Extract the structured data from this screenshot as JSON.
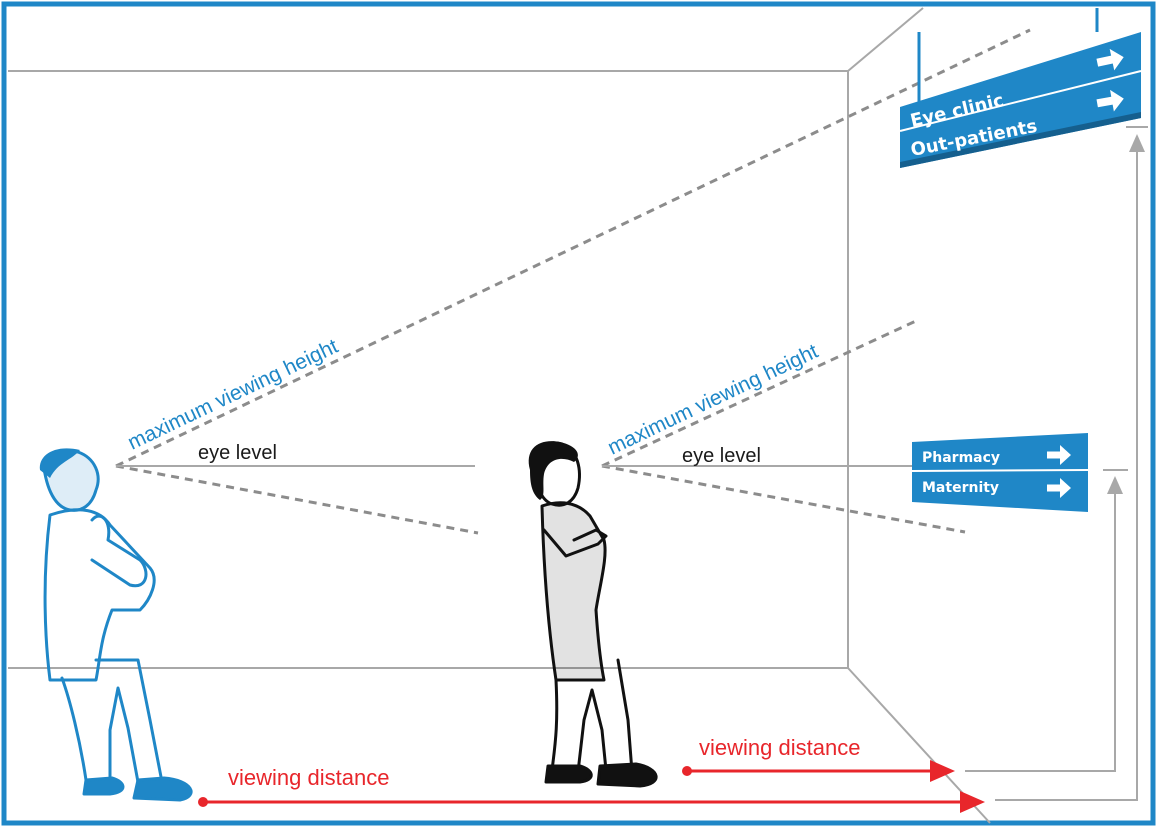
{
  "colors": {
    "frame": "#1f87c7",
    "sign": "#1f87c7",
    "sign_dark": "#155f8e",
    "room_lines": "#a8a8a8",
    "dashed": "#8c8c8c",
    "distance": "#e8262b",
    "person_blue": "#1f87c7",
    "person_black": "#111111"
  },
  "figures": [
    {
      "label": "person-blue",
      "color": "person_blue"
    },
    {
      "label": "person-black",
      "color": "person_black"
    }
  ],
  "labels": {
    "max_height_far": "maximum viewing height",
    "max_height_near": "maximum viewing height",
    "eye_level_far": "eye level",
    "eye_level_near": "eye level",
    "distance_long": "viewing distance",
    "distance_short": "viewing distance"
  },
  "signs": {
    "high": {
      "line1": "Eye clinic",
      "line2": "Out-patients",
      "arrow": "arrow-right-icon"
    },
    "low": {
      "line1": "Pharmacy",
      "line2": "Maternity",
      "arrow": "arrow-right-icon"
    }
  }
}
